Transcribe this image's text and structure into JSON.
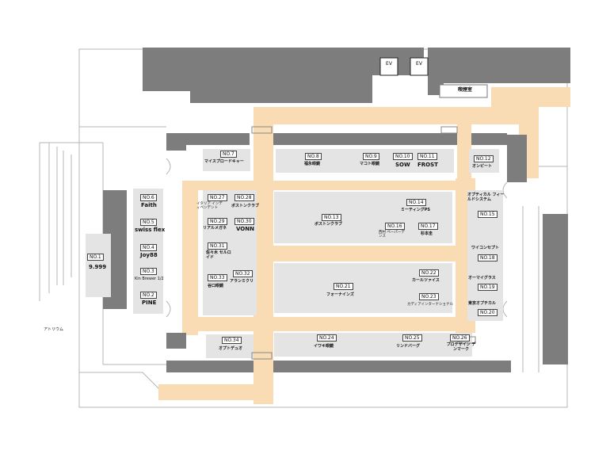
{
  "map_data": {
    "areas": {
      "atrium": "アトリウム",
      "elevator_1": "EV",
      "elevator_2": "EV",
      "store_room": "喫煙室"
    },
    "booths": [
      {
        "no": "NO.1",
        "name": "9.999"
      },
      {
        "no": "NO.2",
        "name": "PINE"
      },
      {
        "no": "NO.3",
        "name": "Kin Brewer 1/2"
      },
      {
        "no": "NO.4",
        "name": "Joy88"
      },
      {
        "no": "NO.5",
        "name": "swiss flex"
      },
      {
        "no": "NO.6",
        "name": "Faith"
      },
      {
        "no": "NO.7",
        "name": "マイスプロードキャー"
      },
      {
        "no": "NO.8",
        "name": "福永眼鏡"
      },
      {
        "no": "NO.9",
        "name": "マコト眼鏡"
      },
      {
        "no": "NO.10",
        "name": "SOW"
      },
      {
        "no": "NO.11",
        "name": "FROST"
      },
      {
        "no": "NO.12",
        "name": "オンピート"
      },
      {
        "no": "NO.13",
        "name": "ボストンクラブ"
      },
      {
        "no": "NO.14",
        "name": "ミーティングPS"
      },
      {
        "no": "NO.15",
        "name": "オプティカル フィールドシステム"
      },
      {
        "no": "NO.16",
        "name": "西村 ペーパーデンス"
      },
      {
        "no": "NO.17",
        "name": "杉本圭"
      },
      {
        "no": "NO.18",
        "name": "ワイコンセプト"
      },
      {
        "no": "NO.19",
        "name": "オーマイグラス"
      },
      {
        "no": "NO.20",
        "name": "東京オプチカル"
      },
      {
        "no": "NO.21",
        "name": "フォーナインズ"
      },
      {
        "no": "NO.22",
        "name": "カールツァイス"
      },
      {
        "no": "NO.23",
        "name": "カディアインターナショナル"
      },
      {
        "no": "NO.24",
        "name": "イワキ眼鏡"
      },
      {
        "no": "NO.25",
        "name": "リンドバーグ"
      },
      {
        "no": "NO.26",
        "name": "プロデザイン デンマーク"
      },
      {
        "no": "NO.27",
        "name": "イタリア インディペンデント"
      },
      {
        "no": "NO.28",
        "name": "ボストンクラブ"
      },
      {
        "no": "NO.29",
        "name": "リアルメガネ"
      },
      {
        "no": "NO.30",
        "name": "VONN"
      },
      {
        "no": "NO.31",
        "name": "佐々木 セルロイド"
      },
      {
        "no": "NO.32",
        "name": "アランミクリ"
      },
      {
        "no": "NO.33",
        "name": "谷口眼鏡"
      },
      {
        "no": "NO.34",
        "name": "オプトデュオ"
      }
    ]
  }
}
